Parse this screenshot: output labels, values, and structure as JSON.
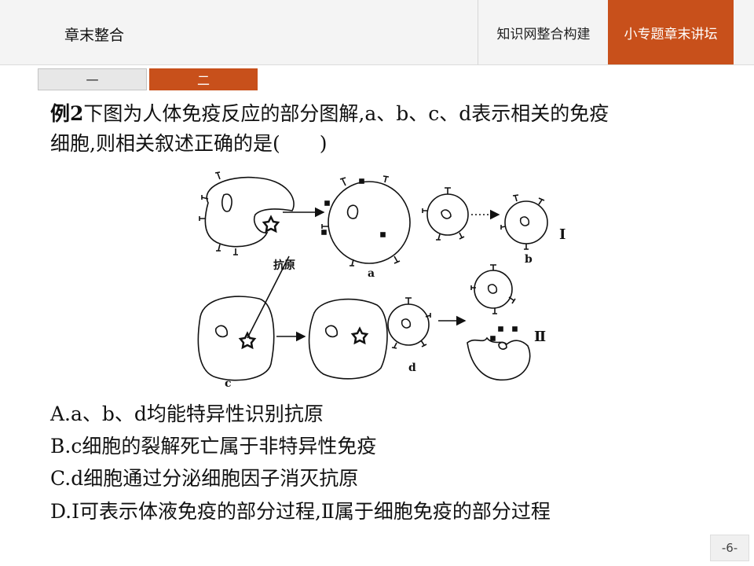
{
  "header": {
    "title": "章末整合",
    "tabs": [
      {
        "label": "知识网整合构建",
        "active": false
      },
      {
        "label": "小专题章末讲坛",
        "active": true
      }
    ],
    "accent_color": "#c8501b"
  },
  "subtabs": [
    {
      "label": "一",
      "active": false
    },
    {
      "label": "二",
      "active": true
    }
  ],
  "question": {
    "number": "例2",
    "line1": "下图为人体免疫反应的部分图解,a、b、c、d表示相关的免疫",
    "line2": "细胞,则相关叙述正确的是(　　)"
  },
  "figure": {
    "labels": {
      "antigen": "抗原",
      "a": "a",
      "b": "b",
      "c": "c",
      "d": "d",
      "path1": "Ⅰ",
      "path2": "Ⅱ"
    }
  },
  "options": [
    {
      "letter": "A.",
      "text": "a、b、d均能特异性识别抗原"
    },
    {
      "letter": "B.",
      "text": "c细胞的裂解死亡属于非特异性免疫"
    },
    {
      "letter": "C.",
      "text": "d细胞通过分泌细胞因子消灭抗原"
    },
    {
      "letter": "D.",
      "text": "Ⅰ可表示体液免疫的部分过程,Ⅱ属于细胞免疫的部分过程"
    }
  ],
  "page_number": "-6-"
}
